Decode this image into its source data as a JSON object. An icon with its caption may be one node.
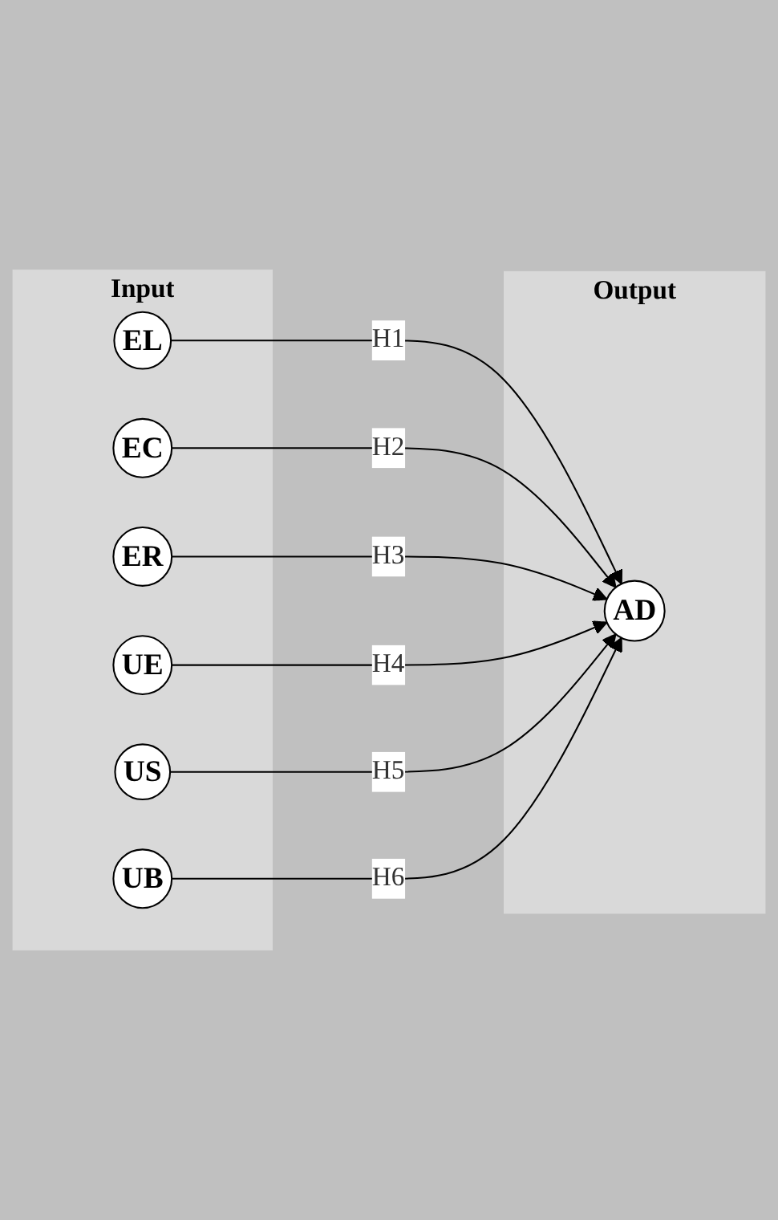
{
  "diagram": {
    "nodes": [
      {
        "text": [
          "Input"
        ]
      },
      {
        "text": [
          "EL"
        ],
        "in": 0
      },
      {
        "text": [
          "EC"
        ],
        "in": 0
      },
      {
        "text": [
          "ER"
        ],
        "in": 0
      },
      {
        "text": [
          "UE"
        ],
        "in": 0
      },
      {
        "text": [
          "US"
        ],
        "in": 0
      },
      {
        "text": [
          "UB"
        ],
        "in": 0
      },
      {
        "text": [
          "Output"
        ]
      },
      {
        "text": [
          "AD"
        ],
        "in": 7
      }
    ],
    "edges": [
      {
        "from": 1,
        "to": 8,
        "arrow": "to",
        "label": "H1"
      },
      {
        "from": 2,
        "to": 8,
        "arrow": "to",
        "label": "H2"
      },
      {
        "from": 3,
        "to": 8,
        "arrow": "to",
        "label": "H3"
      },
      {
        "from": 4,
        "to": 8,
        "arrow": "to",
        "label": "H4"
      },
      {
        "from": 5,
        "to": 8,
        "arrow": "to",
        "label": "H5"
      },
      {
        "from": 6,
        "to": 8,
        "arrow": "to",
        "label": "H6"
      }
    ]
  }
}
